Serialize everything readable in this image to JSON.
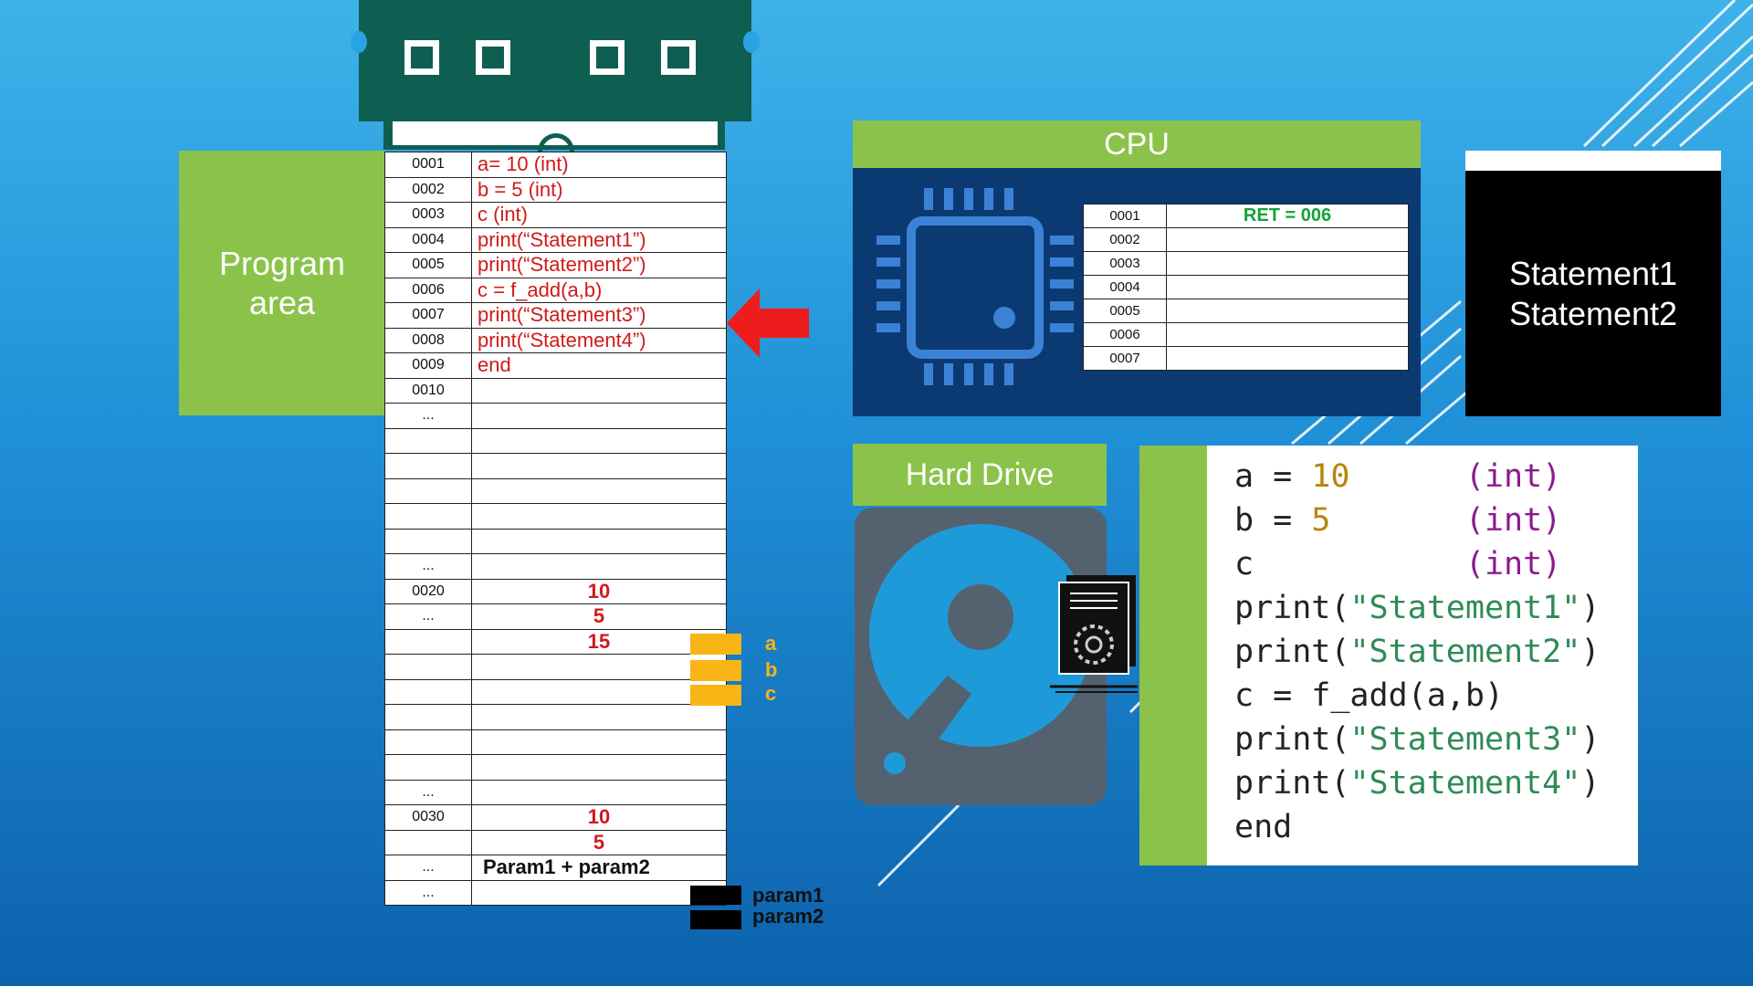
{
  "program_area": {
    "line1": "Program",
    "line2": "area"
  },
  "memory": {
    "rows": [
      {
        "addr": "0001",
        "value": "a= 10 (int)"
      },
      {
        "addr": "0002",
        "value": "b = 5 (int)"
      },
      {
        "addr": "0003",
        "value": "c        (int)"
      },
      {
        "addr": "0004",
        "value": "print(“Statement1”)"
      },
      {
        "addr": "0005",
        "value": "print(“Statement2”)"
      },
      {
        "addr": "0006",
        "value": "c = f_add(a,b)"
      },
      {
        "addr": "0007",
        "value": "print(“Statement3”)"
      },
      {
        "addr": "0008",
        "value": "print(“Statement4”)"
      },
      {
        "addr": "0009",
        "value": "end"
      },
      {
        "addr": "0010",
        "value": ""
      },
      {
        "addr": "...",
        "value": ""
      },
      {
        "addr": "",
        "value": ""
      },
      {
        "addr": "",
        "value": ""
      },
      {
        "addr": "",
        "value": ""
      },
      {
        "addr": "",
        "value": ""
      },
      {
        "addr": "",
        "value": ""
      },
      {
        "addr": "...",
        "value": ""
      },
      {
        "addr": "0020",
        "value": "10"
      },
      {
        "addr": "...",
        "value": "5"
      },
      {
        "addr": "",
        "value": "15"
      },
      {
        "addr": "",
        "value": ""
      },
      {
        "addr": "",
        "value": ""
      },
      {
        "addr": "",
        "value": ""
      },
      {
        "addr": "",
        "value": ""
      },
      {
        "addr": "",
        "value": ""
      },
      {
        "addr": "...",
        "value": ""
      },
      {
        "addr": "0030",
        "value": "10"
      },
      {
        "addr": "",
        "value": "5"
      },
      {
        "addr": "...",
        "value": "Param1 + param2"
      },
      {
        "addr": "...",
        "value": ""
      }
    ]
  },
  "variables": {
    "a": "a",
    "b": "b",
    "c": "c",
    "param1": "param1",
    "param2": "param2"
  },
  "cpu": {
    "title": "CPU",
    "registers": [
      {
        "addr": "0001",
        "value": "RET = 006"
      },
      {
        "addr": "0002",
        "value": ""
      },
      {
        "addr": "0003",
        "value": ""
      },
      {
        "addr": "0004",
        "value": ""
      },
      {
        "addr": "0005",
        "value": ""
      },
      {
        "addr": "0006",
        "value": ""
      },
      {
        "addr": "0007",
        "value": ""
      }
    ]
  },
  "output": {
    "line1": "Statement1",
    "line2": "Statement2"
  },
  "hard_drive": {
    "title": "Hard Drive"
  },
  "code": [
    [
      {
        "t": "a = ",
        "c": ""
      },
      {
        "t": "10",
        "c": "num"
      },
      {
        "t": "      ",
        "c": ""
      },
      {
        "t": "(int)",
        "c": "kw"
      }
    ],
    [
      {
        "t": "b = ",
        "c": ""
      },
      {
        "t": "5",
        "c": "num"
      },
      {
        "t": "       ",
        "c": ""
      },
      {
        "t": "(int)",
        "c": "kw"
      }
    ],
    [
      {
        "t": "c",
        "c": ""
      },
      {
        "t": "           ",
        "c": ""
      },
      {
        "t": "(int)",
        "c": "kw"
      }
    ],
    [
      {
        "t": "print(",
        "c": ""
      },
      {
        "t": "\"Statement1\"",
        "c": "str"
      },
      {
        "t": ")",
        "c": ""
      }
    ],
    [
      {
        "t": "print(",
        "c": ""
      },
      {
        "t": "\"Statement2\"",
        "c": "str"
      },
      {
        "t": ")",
        "c": ""
      }
    ],
    [
      {
        "t": "c = f_add(a,b)",
        "c": ""
      }
    ],
    [
      {
        "t": "print(",
        "c": ""
      },
      {
        "t": "\"Statement3\"",
        "c": "str"
      },
      {
        "t": ")",
        "c": ""
      }
    ],
    [
      {
        "t": "print(",
        "c": ""
      },
      {
        "t": "\"Statement4\"",
        "c": "str"
      },
      {
        "t": ")",
        "c": ""
      }
    ],
    [
      {
        "t": "end",
        "c": ""
      }
    ]
  ],
  "colors": {
    "green": "#8bc34a",
    "dark_green": "#0f5e52",
    "navy": "#0b3a73",
    "red": "#d11a1a",
    "yellow": "#f9b416",
    "arrow": "#ee1c1c"
  }
}
